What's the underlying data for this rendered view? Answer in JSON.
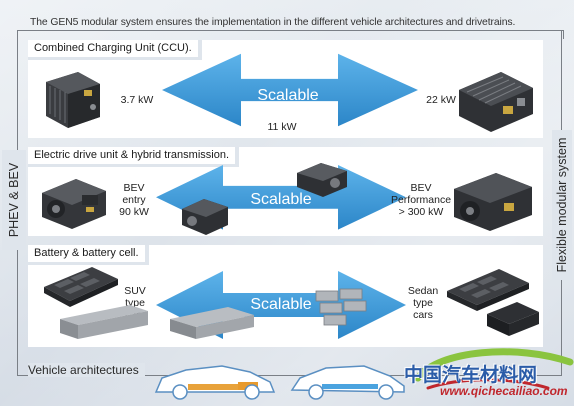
{
  "headline": "The GEN5 modular system ensures the implementation in the different vehicle architectures and drivetrains.",
  "side_left_label": "PHEV & BEV",
  "side_right_label": "Flexible modular system",
  "panels": [
    {
      "title": "Combined Charging Unit (CCU).",
      "left_text": "3.7 kW",
      "right_text": "22 kW",
      "middle_text": "11 kW",
      "arrow_label": "Scalable"
    },
    {
      "title": "Electric drive unit & hybrid transmission.",
      "left_text": "BEV\nentry\n90 kW",
      "right_text": "BEV\nPerformance\n> 300 kW",
      "arrow_label": "Scalable"
    },
    {
      "title": "Battery & battery cell.",
      "left_text": "SUV\ntype\ncars",
      "right_text": "Sedan\ntype\ncars",
      "arrow_label": "Scalable"
    }
  ],
  "footer_label": "Vehicle architectures",
  "watermark": {
    "main": "中国汽车材料网",
    "url": "www.qichecailiao.com"
  },
  "colors": {
    "arrow_blue": "#4aa3df",
    "arrow_blue_dark": "#2c86c8",
    "component_dark": "#2b2d30",
    "car_outline": "#5a8fc2",
    "battery_orange": "#e8a23a",
    "watermark_green": "#8ac43f",
    "watermark_red": "#c0272d"
  }
}
